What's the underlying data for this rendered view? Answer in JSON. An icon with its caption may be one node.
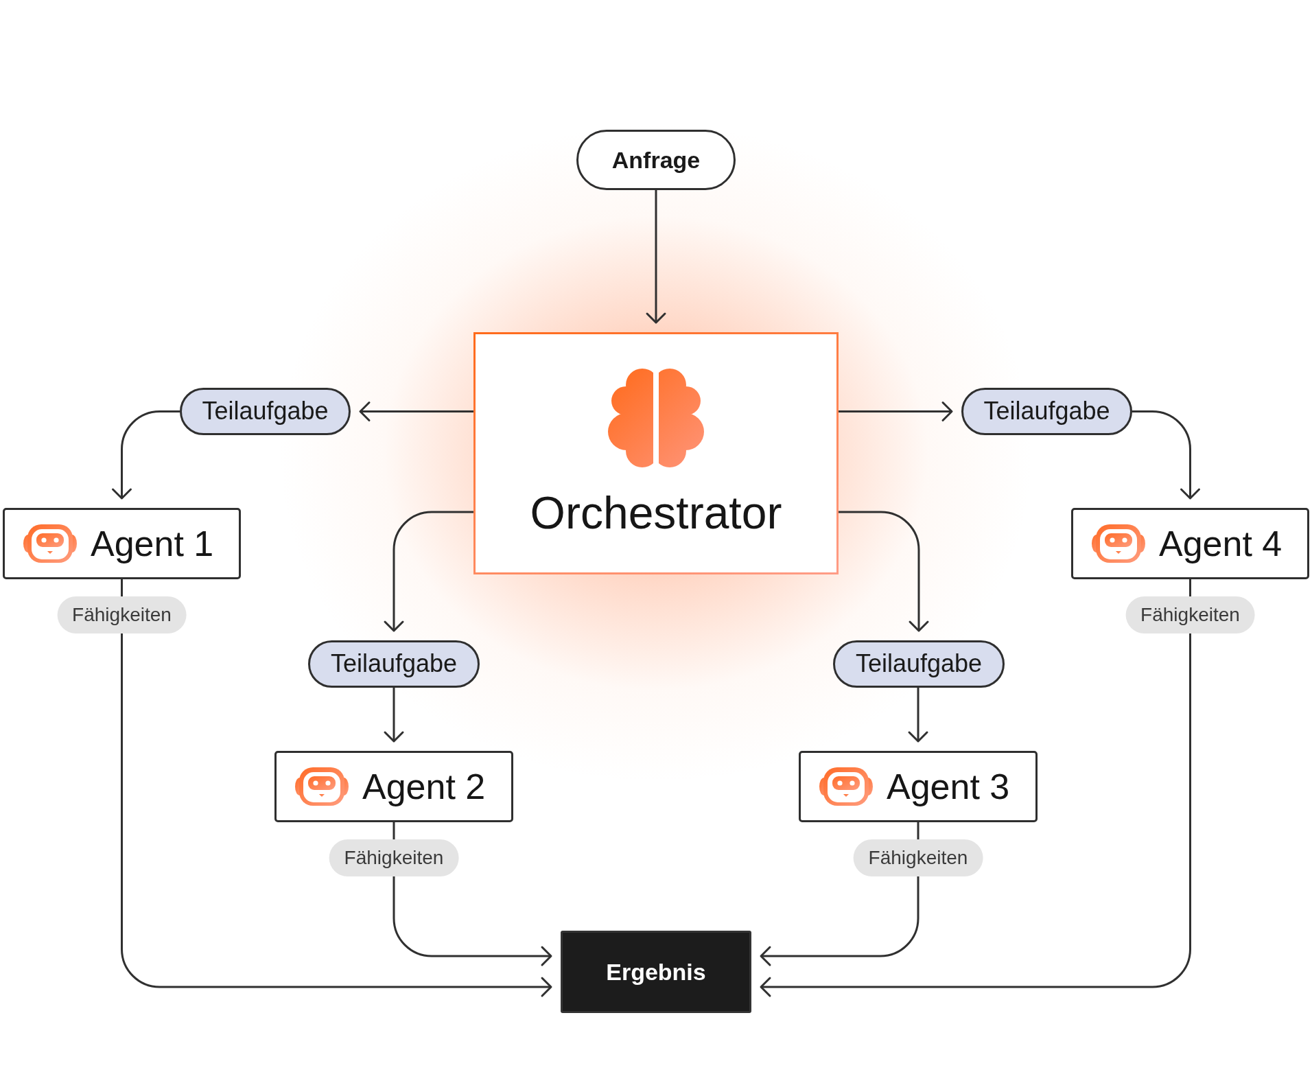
{
  "diagram": {
    "nodes": [
      {
        "text": [
          "Anfrage"
        ]
      },
      {
        "text": [
          "Orchestrator"
        ]
      },
      {
        "text": [
          "Teilaufgabe"
        ]
      },
      {
        "text": [
          "Teilaufgabe"
        ]
      },
      {
        "text": [
          "Agent 1"
        ]
      },
      {
        "text": [
          "Agent 4"
        ]
      },
      {
        "text": [
          "Teilaufgabe"
        ]
      },
      {
        "text": [
          "Teilaufgabe"
        ]
      },
      {
        "text": [
          "Agent 2"
        ]
      },
      {
        "text": [
          "Agent 3"
        ]
      },
      {
        "text": [
          "Ergebnis"
        ]
      }
    ],
    "edges": [
      {
        "from": 0,
        "to": 1,
        "arrow": "to"
      },
      {
        "from": 1,
        "to": 2,
        "arrow": "to"
      },
      {
        "from": 1,
        "to": 3,
        "arrow": "to"
      },
      {
        "from": 2,
        "to": 4,
        "arrow": "to"
      },
      {
        "from": 3,
        "to": 5,
        "arrow": "to"
      },
      {
        "from": 1,
        "to": 6,
        "arrow": "to"
      },
      {
        "from": 1,
        "to": 7,
        "arrow": "to"
      },
      {
        "from": 6,
        "to": 8,
        "arrow": "to"
      },
      {
        "from": 7,
        "to": 9,
        "arrow": "to"
      },
      {
        "from": 4,
        "to": 10,
        "arrow": "to",
        "label": "Fähigkeiten"
      },
      {
        "from": 8,
        "to": 10,
        "arrow": "to",
        "label": "Fähigkeiten"
      },
      {
        "from": 9,
        "to": 10,
        "arrow": "to",
        "label": "Fähigkeiten"
      },
      {
        "from": 5,
        "to": 10,
        "arrow": "to",
        "label": "Fähigkeiten"
      }
    ]
  }
}
